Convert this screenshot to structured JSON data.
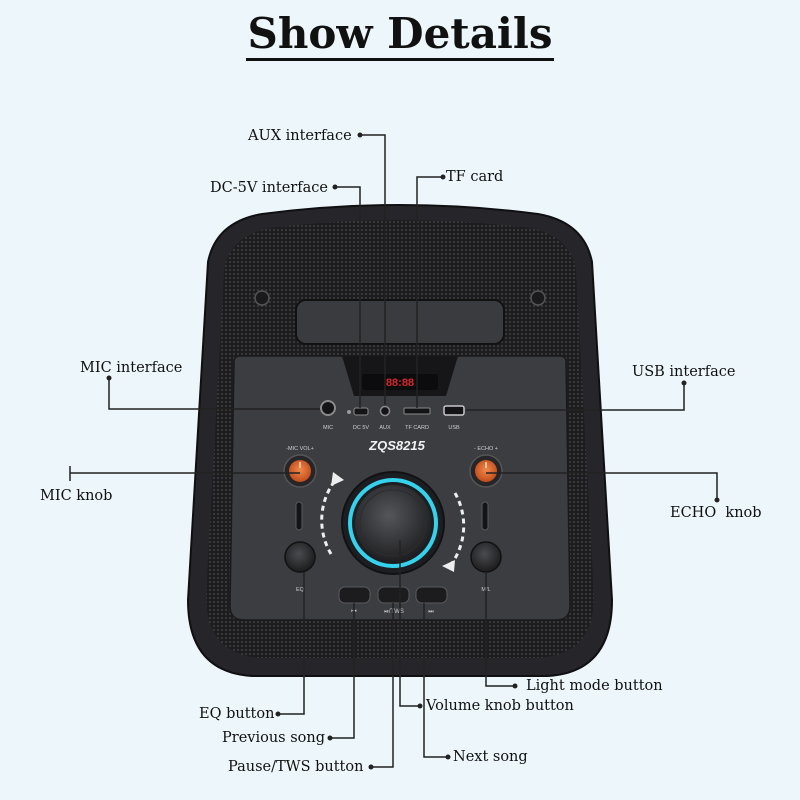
{
  "title": "Show Details",
  "speaker": {
    "model": "ZQS8215",
    "display_digits": "88:88",
    "port_labels": {
      "mic": "MIC",
      "dc": "DC 5V",
      "aux": "AUX",
      "tf": "TF CARD",
      "usb": "USB"
    },
    "knob_labels": {
      "mic_vol": "-MIC VOL+",
      "echo": "- ECHO +"
    },
    "button_labels": {
      "eq": "EQ",
      "light": "M/L",
      "prev": "⏮",
      "play": "⏯/TWS",
      "next": "⏭"
    }
  },
  "callouts": {
    "aux": "AUX interface",
    "dc": "DC-5V interface",
    "tf": "TF card",
    "mic_interface": "MIC interface",
    "usb": "USB interface",
    "mic_knob": "MIC knob",
    "echo_knob": "ECHO  knob",
    "light_mode": "Light mode button",
    "eq": "EQ button",
    "volume": "Volume knob button",
    "prev": "Previous song",
    "next": "Next song",
    "play": "Pause/TWS button"
  },
  "colors": {
    "background": "#edf6fa",
    "body": "#2a2a2c",
    "panel": "#3a3b3e",
    "knob_orange": "#e0612a",
    "ring_cyan": "#35d2ee"
  }
}
